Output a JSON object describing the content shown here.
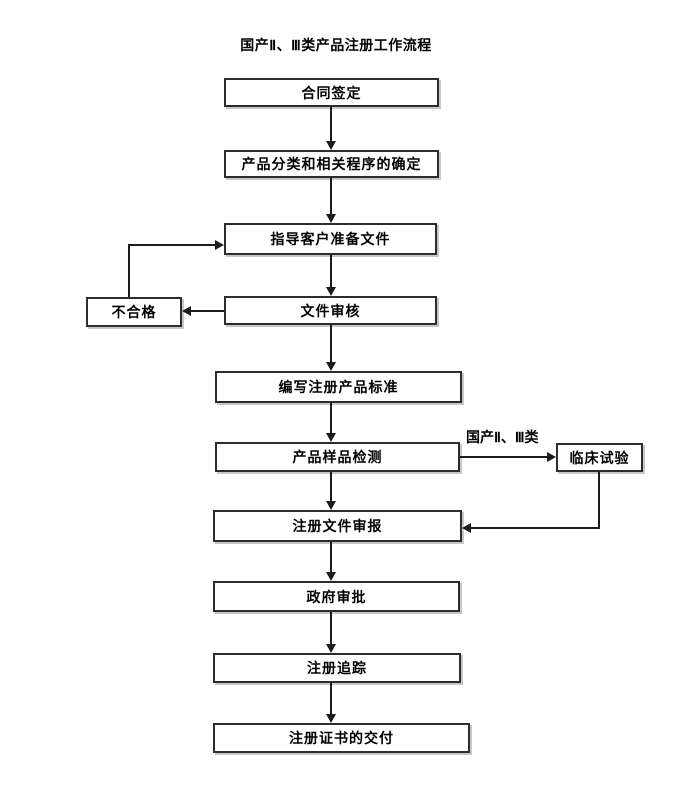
{
  "title": "国产Ⅱ、Ⅲ类产品注册工作流程",
  "flowchart": {
    "steps": [
      {
        "label": "合同签定"
      },
      {
        "label": "产品分类和相关程序的确定"
      },
      {
        "label": "指导客户准备文件"
      },
      {
        "label": "文件审核"
      },
      {
        "label": "编写注册产品标准"
      },
      {
        "label": "产品样品检测"
      },
      {
        "label": "注册文件审报"
      },
      {
        "label": "政府审批"
      },
      {
        "label": "注册追踪"
      },
      {
        "label": "注册证书的交付"
      }
    ],
    "reject": {
      "label": "不合格"
    },
    "clinical": {
      "label": "临床试验"
    },
    "branch_condition": "国产Ⅱ、Ⅲ类"
  },
  "colors": {
    "background": "#ffffff",
    "box_border": "#2d2d2d",
    "box_fill": "#ffffff",
    "line": "#1c1c1c",
    "text": "#000000"
  }
}
